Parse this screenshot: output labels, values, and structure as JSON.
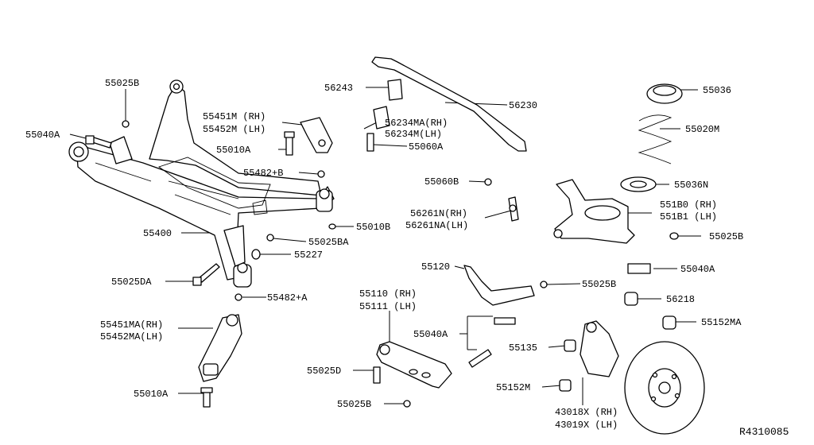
{
  "diagram": {
    "reference": "R4310085",
    "labels": {
      "l_55025B_a": "55025B",
      "l_55040A_a": "55040A",
      "l_55451M": "55451M (RH)",
      "l_55452M": "55452M (LH)",
      "l_55010A_a": "55010A",
      "l_55482B": "55482+B",
      "l_55010B": "55010B",
      "l_55400": "55400",
      "l_55025BA": "55025BA",
      "l_55227": "55227",
      "l_55025DA": "55025DA",
      "l_55482A": "55482+A",
      "l_55451MA": "55451MA(RH)",
      "l_55452MA": "55452MA(LH)",
      "l_55010A_b": "55010A",
      "l_56243": "56243",
      "l_56230": "56230",
      "l_56234MA": "56234MA(RH)",
      "l_56234M": "56234M(LH)",
      "l_55060A": "55060A",
      "l_55060B": "55060B",
      "l_56261N": "56261N(RH)",
      "l_56261NA": "56261NA(LH)",
      "l_55120": "55120",
      "l_55110": "55110 (RH)",
      "l_55111": "55111 (LH)",
      "l_55040A_b": "55040A",
      "l_55025D": "55025D",
      "l_55025B_b": "55025B",
      "l_55036": "55036",
      "l_55020M": "55020M",
      "l_55036N": "55036N",
      "l_551B0": "551B0 (RH)",
      "l_551B1": "551B1 (LH)",
      "l_55025B_c": "55025B",
      "l_55040A_c": "55040A",
      "l_55025B_d": "55025B",
      "l_56218": "56218",
      "l_55152MA": "55152MA",
      "l_55135": "55135",
      "l_55152M": "55152M",
      "l_43018X": "43018X (RH)",
      "l_43019X": "43019X (LH)"
    }
  }
}
